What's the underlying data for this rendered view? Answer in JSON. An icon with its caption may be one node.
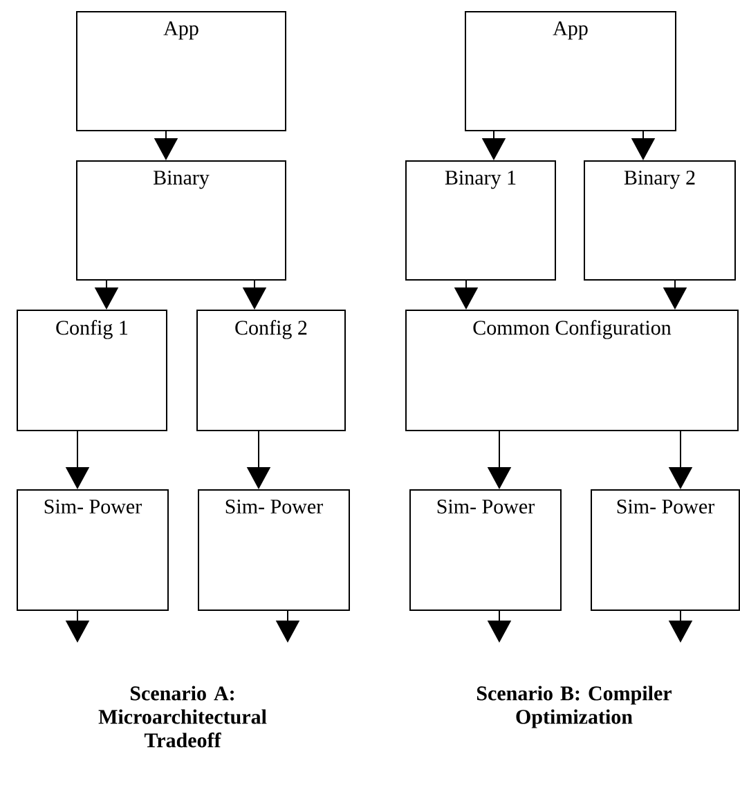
{
  "diagram": {
    "nodes": [
      {
        "text": [
          "App"
        ]
      },
      {
        "text": [
          "Binary"
        ]
      },
      {
        "text": [
          "Config 1"
        ]
      },
      {
        "text": [
          "Config 2"
        ]
      },
      {
        "text": [
          "Sim- Power"
        ]
      },
      {
        "text": [
          "Sim- Power"
        ]
      },
      {
        "text": [
          "App"
        ]
      },
      {
        "text": [
          "Binary 1"
        ]
      },
      {
        "text": [
          "Binary 2"
        ]
      },
      {
        "text": [
          "Common Configuration"
        ]
      },
      {
        "text": [
          "Sim- Power"
        ]
      },
      {
        "text": [
          "Sim- Power"
        ]
      }
    ],
    "edges": [
      {
        "from": 0,
        "to": 1,
        "arrow": "to"
      },
      {
        "from": 1,
        "to": 2,
        "arrow": "to"
      },
      {
        "from": 1,
        "to": 3,
        "arrow": "to"
      },
      {
        "from": 2,
        "to": 4,
        "arrow": "to"
      },
      {
        "from": 3,
        "to": 5,
        "arrow": "to"
      },
      {
        "from": 4,
        "to": null,
        "arrow": "to"
      },
      {
        "from": 5,
        "to": null,
        "arrow": "to"
      },
      {
        "from": 6,
        "to": 7,
        "arrow": "to"
      },
      {
        "from": 6,
        "to": 8,
        "arrow": "to"
      },
      {
        "from": 7,
        "to": 9,
        "arrow": "to"
      },
      {
        "from": 8,
        "to": 9,
        "arrow": "to"
      },
      {
        "from": 9,
        "to": 10,
        "arrow": "to"
      },
      {
        "from": 9,
        "to": 11,
        "arrow": "to"
      },
      {
        "from": 10,
        "to": null,
        "arrow": "to"
      },
      {
        "from": 11,
        "to": null,
        "arrow": "to"
      }
    ],
    "labels": [
      "Scenario A: Microarchitectural Tradeoff",
      "Scenario B: Compiler Optimization"
    ]
  }
}
